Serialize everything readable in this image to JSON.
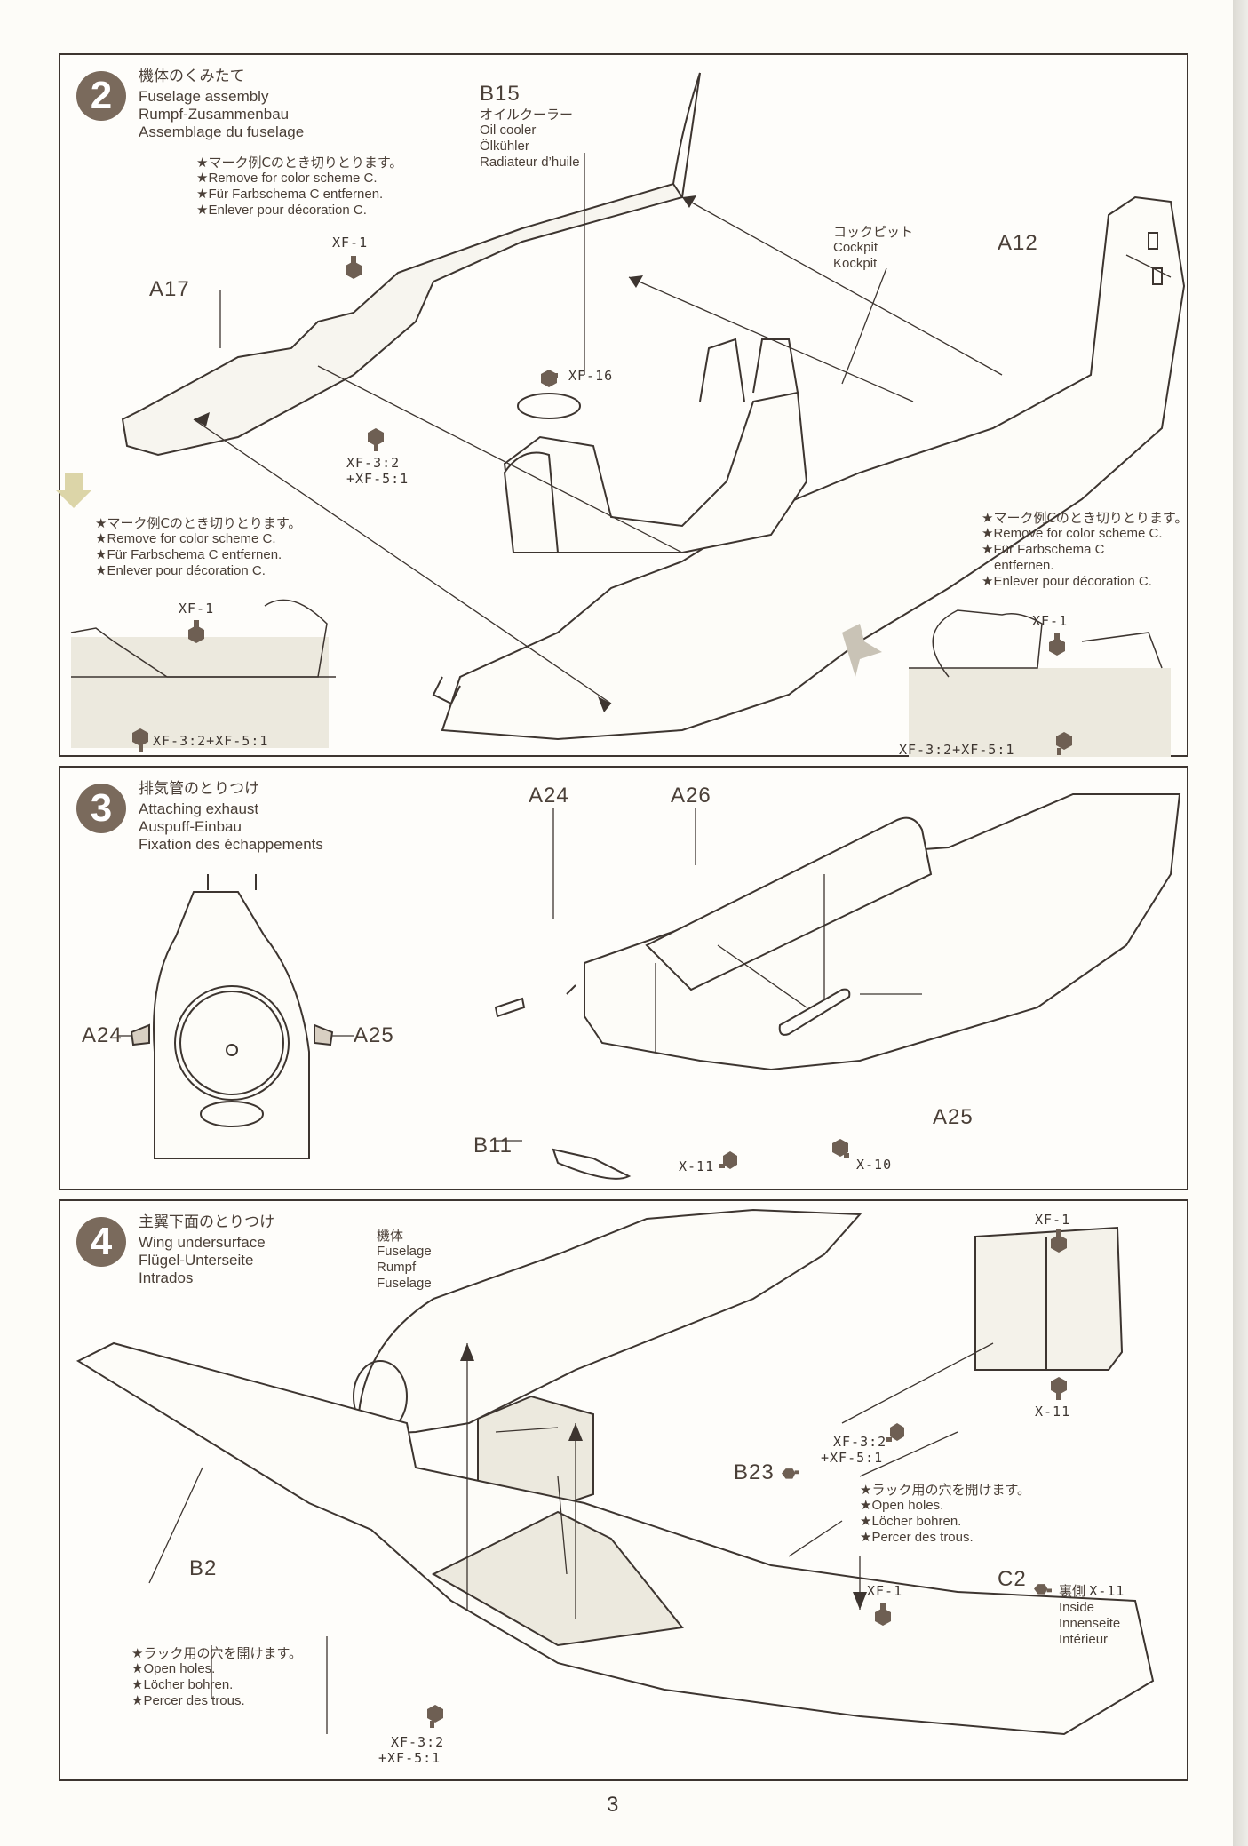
{
  "page_number": "3",
  "steps": [
    {
      "number": "2",
      "title_jp": "機体のくみたて",
      "title_en": "Fuselage assembly",
      "title_de": "Rumpf-Zusammenbau",
      "title_fr": "Assemblage du fuselage",
      "parts": {
        "a17": "A17",
        "a12": "A12",
        "b15": "B15"
      },
      "oil_cooler": {
        "jp": "オイルクーラー",
        "en": "Oil cooler",
        "de": "Ölkühler",
        "fr": "Radiateur d’huile"
      },
      "cockpit": {
        "jp": "コックピット",
        "en": "Cockpit",
        "de": "Kockpit"
      },
      "remove_note": {
        "jp": "★マーク例Cのとき切りとります。",
        "en": "★Remove for color scheme C.",
        "de": "★Für Farbschema C entfernen.",
        "fr": "★Enlever pour décoration C."
      },
      "remove_note_right": {
        "jp": "★マーク例Cのとき切りとります。",
        "en": "★Remove for color scheme C.",
        "de_1": "★Für Farbschema C",
        "de_2": "entfernen.",
        "fr": "★Enlever pour décoration C."
      },
      "paints": {
        "xf1": "XF-1",
        "xf16": "XF-16",
        "mix_line1": "XF-3:2",
        "mix_line2": "+XF-5:1",
        "mix_inline": "XF-3:2+XF-5:1"
      }
    },
    {
      "number": "3",
      "title_jp": "排気管のとりつけ",
      "title_en": "Attaching exhaust",
      "title_de": "Auspuff-Einbau",
      "title_fr": "Fixation des échappements",
      "parts": {
        "a24": "A24",
        "a25": "A25",
        "a26": "A26",
        "b11": "B11"
      },
      "paints": {
        "x11": "X-11",
        "x10": "X-10"
      }
    },
    {
      "number": "4",
      "title_jp": "主翼下面のとりつけ",
      "title_en": "Wing undersurface",
      "title_de": "Flügel-Unterseite",
      "title_fr": "Intrados",
      "fuselage": {
        "jp": "機体",
        "en": "Fuselage",
        "de": "Rumpf",
        "fr": "Fuselage"
      },
      "parts": {
        "b2": "B2",
        "b23": "B23",
        "c2": "C2"
      },
      "holes_note": {
        "jp": "★ラック用の穴を開けます。",
        "en": "★Open holes.",
        "de": "★Löcher bohren.",
        "fr": "★Percer des trous."
      },
      "inside_note": {
        "jp": "裏側",
        "paint": "X-11",
        "en": "Inside",
        "de": "Innenseite",
        "fr": "Intérieur"
      },
      "paints": {
        "xf1": "XF-1",
        "x11": "X-11",
        "mix_line1": "XF-3:2",
        "mix_line2": "+XF-5:1"
      }
    }
  ],
  "colors": {
    "ink": "#3d3530",
    "badge": "#7a6a5c",
    "bottle": "#6e5f53",
    "paper": "#fdfcf8",
    "tint": "#ece9de"
  }
}
